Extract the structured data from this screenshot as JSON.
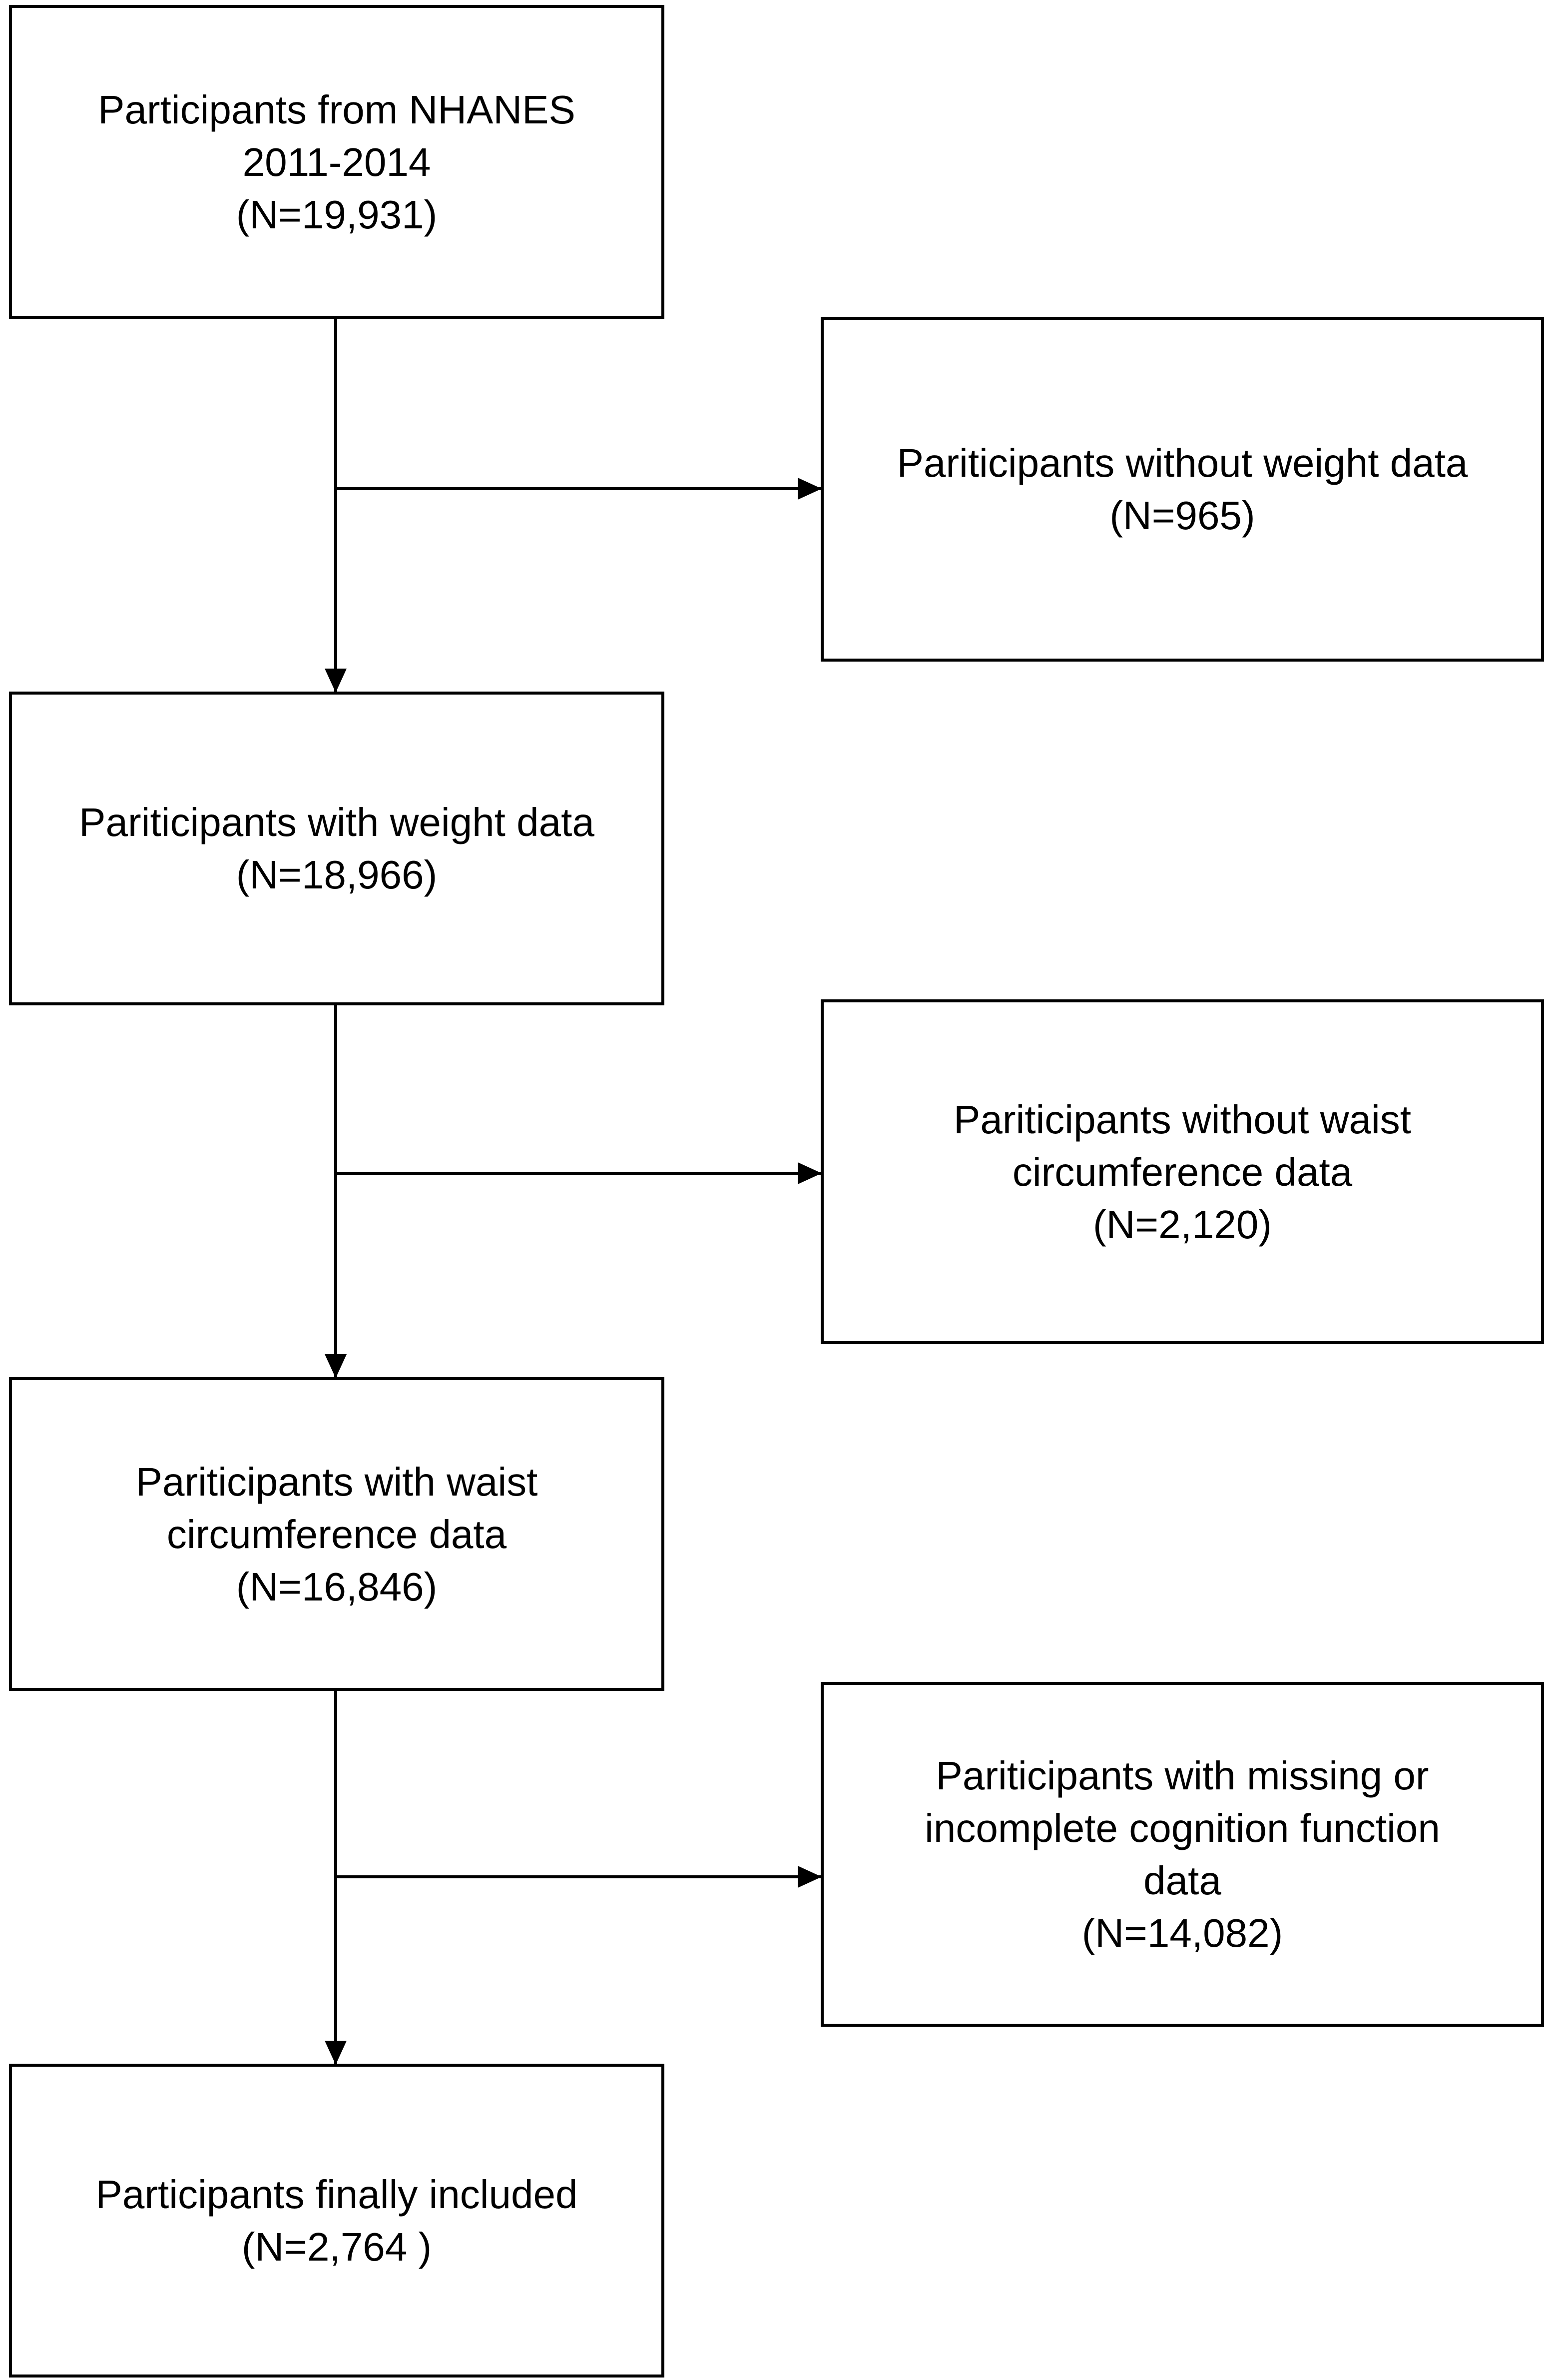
{
  "flowchart": {
    "main_steps": [
      {
        "lines": [
          "Participants from NHANES",
          "2011-2014",
          "(N=19,931)"
        ]
      },
      {
        "lines": [
          "Pariticipants with weight data",
          "(N=18,966)"
        ]
      },
      {
        "lines": [
          "Pariticipants with waist",
          "circumference data",
          "(N=16,846)"
        ]
      },
      {
        "lines": [
          "Participants finally included",
          "(N=2,764 )"
        ]
      }
    ],
    "exclusions": [
      {
        "lines": [
          "Pariticipants without weight data",
          "(N=965)"
        ]
      },
      {
        "lines": [
          "Pariticipants without waist",
          "circumference data",
          "(N=2,120)"
        ]
      },
      {
        "lines": [
          "Pariticipants with missing or",
          "incomplete cognition function",
          "data",
          "(N=14,082)"
        ]
      }
    ]
  }
}
